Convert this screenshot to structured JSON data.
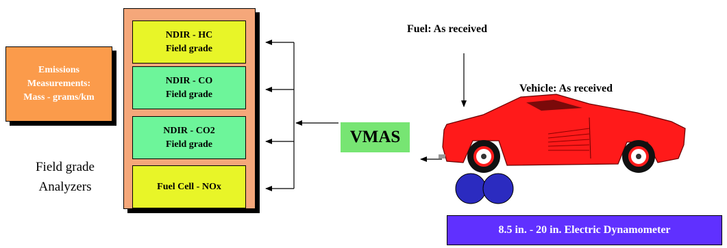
{
  "emissions_box": {
    "line1": "Emissions",
    "line2": "Measurements:",
    "line3": "Mass - grams/km"
  },
  "analyzers": [
    {
      "line1": "NDIR - HC",
      "line2": "Field grade"
    },
    {
      "line1": "NDIR - CO",
      "line2": "Field grade"
    },
    {
      "line1": "NDIR - CO2",
      "line2": "Field grade"
    },
    {
      "line1": "Fuel Cell - NOx",
      "line2": ""
    }
  ],
  "analyzers_caption": {
    "line1": "Field grade",
    "line2": "Analyzers"
  },
  "vmas_label": "VMAS",
  "fuel_label": "Fuel: As received",
  "vehicle_label": "Vehicle: As received",
  "dynamometer_label": "8.5 in. - 20 in. Electric Dynamometer",
  "colors": {
    "emissions_box": "#fb9b4b",
    "analyzer_panel": "#f5a77a",
    "analyzer_yellow": "#e8f528",
    "analyzer_green": "#6df59a",
    "vmas_box": "#77e573",
    "dynamometer_box": "#6030ff",
    "car_body": "#ff1a1a",
    "rollers": "#2b2bc0"
  }
}
